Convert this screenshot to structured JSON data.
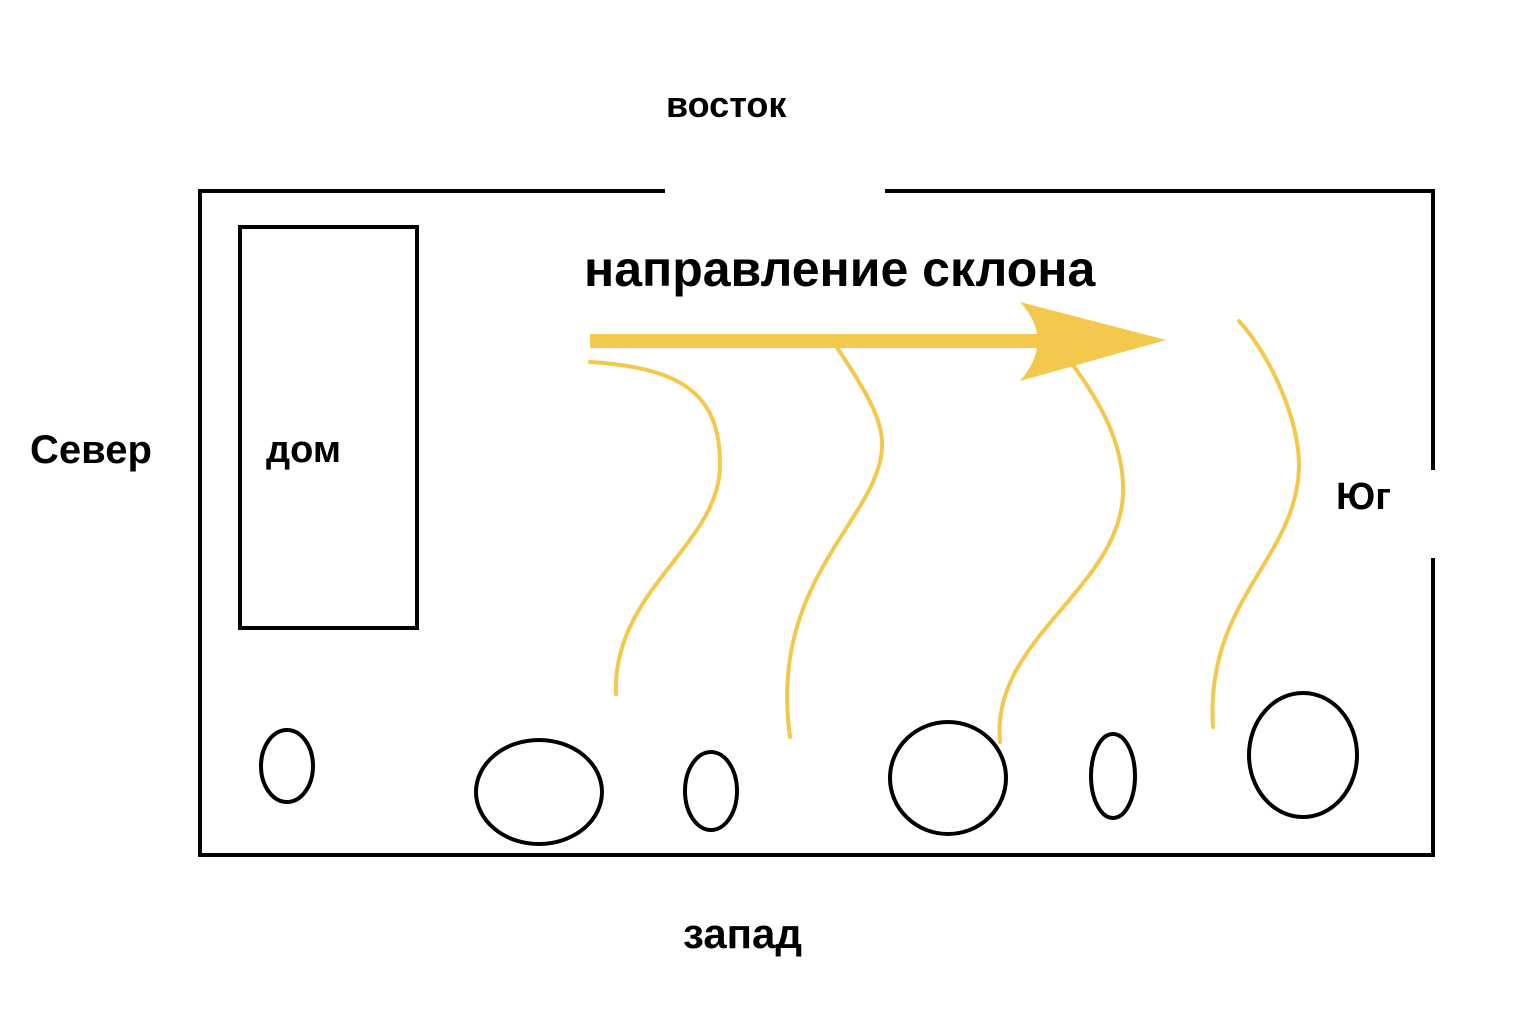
{
  "labels": {
    "east": "восток",
    "west": "запад",
    "north": "Север",
    "south": "Юг",
    "house": "дом",
    "slope_direction": "направление склона"
  },
  "colors": {
    "line": "#000000",
    "slope_arrow": "#F2C94C",
    "flow_lines": "#F2C94C",
    "background": "#FFFFFF"
  },
  "elements": {
    "trees_count_visible": 6,
    "flow_lines_count_visible": 4
  }
}
